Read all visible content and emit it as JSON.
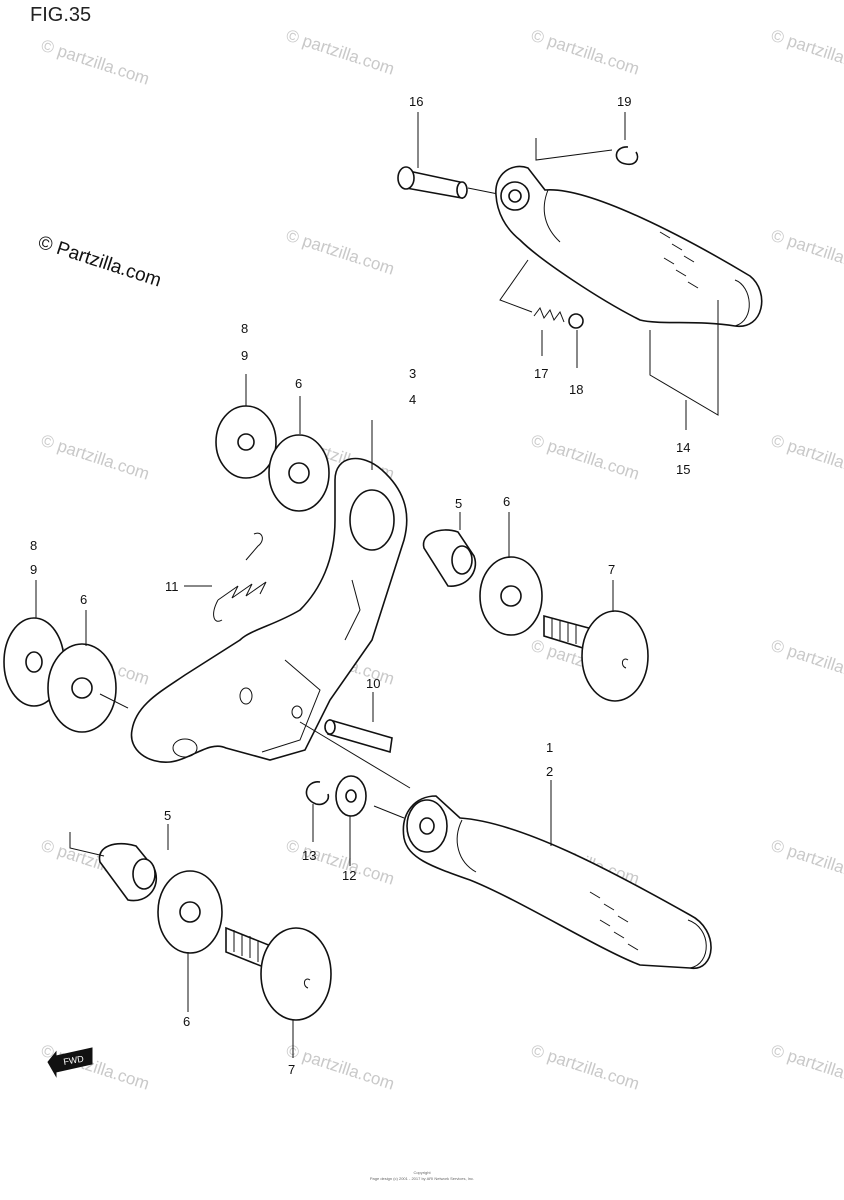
{
  "figure": {
    "title": "FIG.35",
    "brand": "© Partzilla.com",
    "watermark": "© partzilla.com",
    "footer_line1": "Copyright",
    "footer_line2": "Page design (c) 2001 - 2017 by ARI Network Services, Inc.",
    "front_indicator": "FWD"
  },
  "callouts": [
    {
      "id": "c16",
      "text": "16"
    },
    {
      "id": "c19",
      "text": "19"
    },
    {
      "id": "c17",
      "text": "17"
    },
    {
      "id": "c18",
      "text": "18"
    },
    {
      "id": "c14",
      "text": "14"
    },
    {
      "id": "c15",
      "text": "15"
    },
    {
      "id": "c8a",
      "text": "8"
    },
    {
      "id": "c9a",
      "text": "9"
    },
    {
      "id": "c6a",
      "text": "6"
    },
    {
      "id": "c3",
      "text": "3"
    },
    {
      "id": "c4",
      "text": "4"
    },
    {
      "id": "c5a",
      "text": "5"
    },
    {
      "id": "c6b",
      "text": "6"
    },
    {
      "id": "c7a",
      "text": "7"
    },
    {
      "id": "c11",
      "text": "11"
    },
    {
      "id": "c8b",
      "text": "8"
    },
    {
      "id": "c9b",
      "text": "9"
    },
    {
      "id": "c6c",
      "text": "6"
    },
    {
      "id": "c10",
      "text": "10"
    },
    {
      "id": "c1",
      "text": "1"
    },
    {
      "id": "c2",
      "text": "2"
    },
    {
      "id": "c5b",
      "text": "5"
    },
    {
      "id": "c13",
      "text": "13"
    },
    {
      "id": "c12",
      "text": "12"
    },
    {
      "id": "c6d",
      "text": "6"
    },
    {
      "id": "c7b",
      "text": "7"
    }
  ]
}
